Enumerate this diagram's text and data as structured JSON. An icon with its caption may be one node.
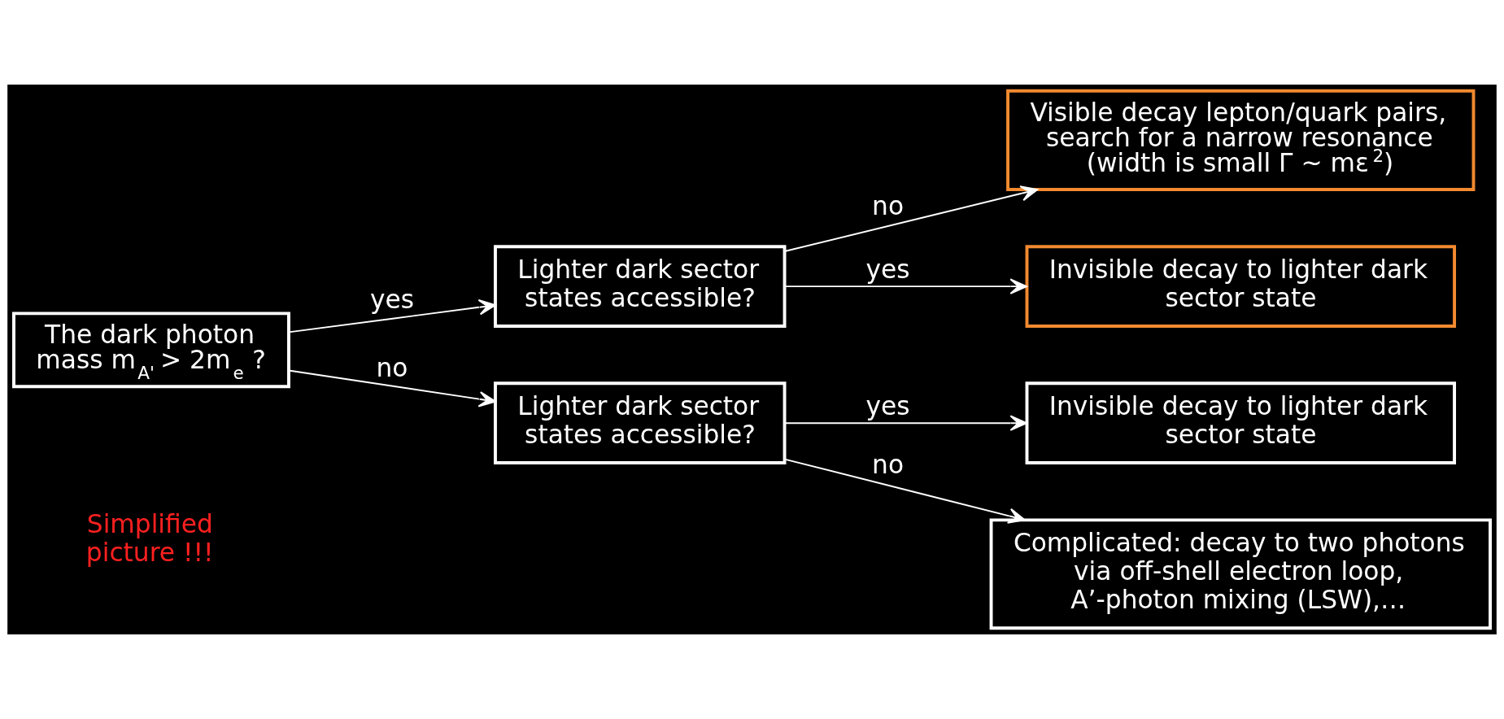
{
  "diagram": {
    "nodes": [
      {
        "text": [
          "The dark photon mass m$_{A'}$ > 2m$_{e}$ ?"
        ]
      },
      {
        "text": [
          "Lighter dark sector states accessible?"
        ]
      },
      {
        "text": [
          "Lighter dark sector states accessible?"
        ]
      },
      {
        "text": [
          "Visible decay lepton/quark pairs, search for a narrow resonance (width is small Γ ~ mε$^{2}$)"
        ]
      },
      {
        "text": [
          "Invisible decay to lighter dark sector state"
        ]
      },
      {
        "text": [
          "Invisible decay to lighter dark sector state"
        ]
      },
      {
        "text": [
          "Complicated: decay to two photons via off-shell electron loop, A’-photon mixing (LSW),…"
        ]
      }
    ],
    "edges": [
      {
        "from": 0,
        "to": 1,
        "arrow": "to",
        "label": "yes"
      },
      {
        "from": 0,
        "to": 2,
        "arrow": "to",
        "label": "no"
      },
      {
        "from": 1,
        "to": 3,
        "arrow": "to",
        "label": "no"
      },
      {
        "from": 1,
        "to": 4,
        "arrow": "to",
        "label": "yes"
      },
      {
        "from": 2,
        "to": 5,
        "arrow": "to",
        "label": "yes"
      },
      {
        "from": 2,
        "to": 6,
        "arrow": "to",
        "label": "no"
      }
    ],
    "labels": [
      "Simplified picture !!!"
    ]
  }
}
